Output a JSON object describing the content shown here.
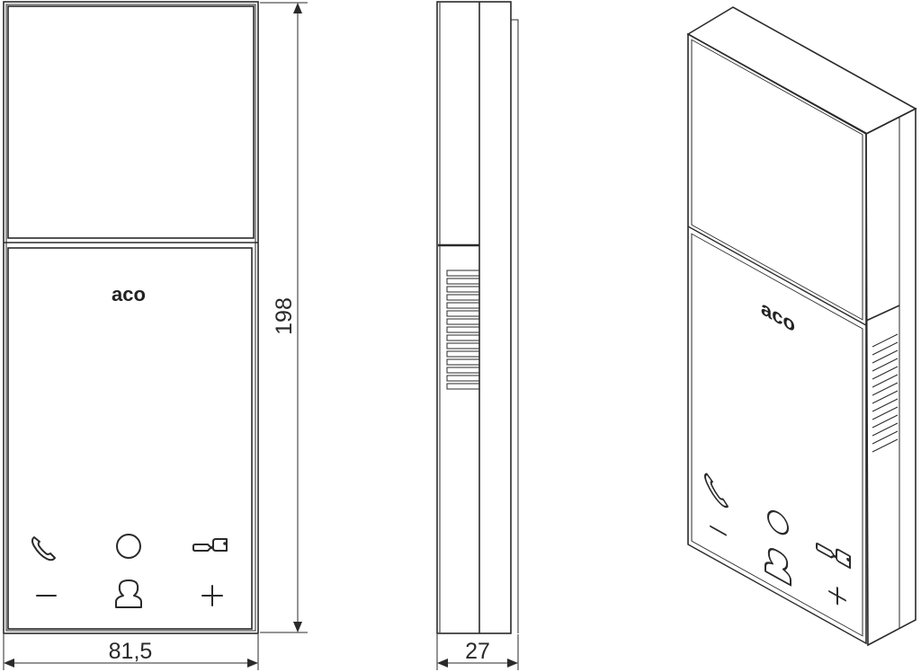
{
  "drawing": {
    "front_view": {
      "logo": "aco",
      "icons": [
        "phone-icon",
        "circle-button-icon",
        "key-icon",
        "minus-icon",
        "person-icon",
        "plus-icon"
      ]
    },
    "dimensions": {
      "height": "198",
      "width": "81,5",
      "depth": "27"
    },
    "perspective_view": {
      "logo": "aco"
    },
    "line_color": "#2a2a2a"
  }
}
